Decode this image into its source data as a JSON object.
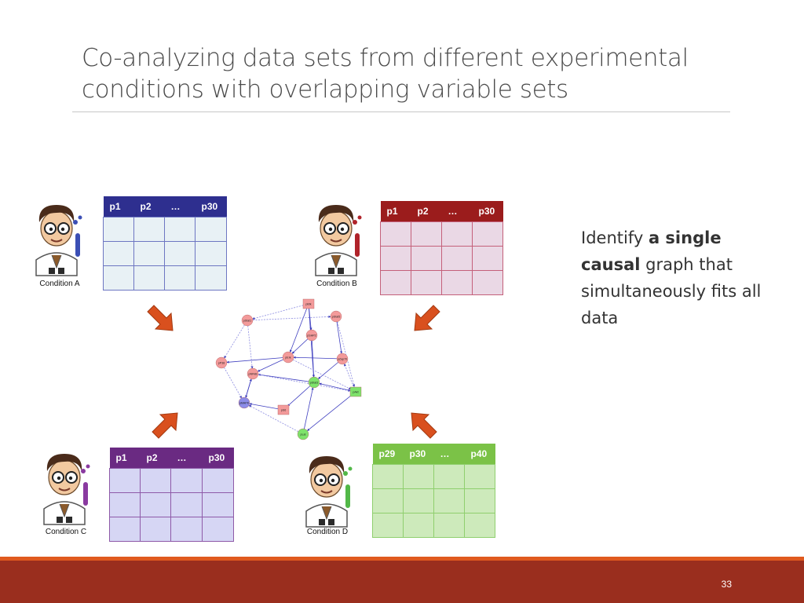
{
  "slide": {
    "title_lines": [
      "Co-analyzing data sets from different experimental",
      "conditions with overlapping variable sets"
    ],
    "side_text": {
      "part1": "Identify ",
      "bold": "a single causal",
      "part2": " graph that simultaneously fits all data"
    },
    "page_number": "33"
  },
  "conditions": [
    {
      "label": "Condition A",
      "headers": [
        "p1",
        "p2",
        "…",
        "p30"
      ],
      "header_color": "#2e2f8f",
      "cell_color": "#e8f1f5",
      "border_color": "#6d76c2",
      "flask_color": "#3b4fb5"
    },
    {
      "label": "Condition B",
      "headers": [
        "p1",
        "p2",
        "…",
        "p30"
      ],
      "header_color": "#9b1c1c",
      "cell_color": "#ead8e5",
      "border_color": "#c4607a",
      "flask_color": "#b0232a"
    },
    {
      "label": "Condition C",
      "headers": [
        "p1",
        "p2",
        "…",
        "p30"
      ],
      "header_color": "#6a2a82",
      "cell_color": "#d6d6f4",
      "border_color": "#8e5aa8",
      "flask_color": "#8a3aa0"
    },
    {
      "label": "Condition D",
      "headers": [
        "p29",
        "p30",
        "…",
        "p40"
      ],
      "header_color": "#7bc247",
      "cell_color": "#cdeabb",
      "border_color": "#8fcf6e",
      "flask_color": "#52b848"
    }
  ],
  "network_nodes": [
    {
      "id": "pStat1",
      "color": "#f39a9a"
    },
    {
      "id": "pBtk",
      "color": "#f39a9a"
    },
    {
      "id": "pStat5",
      "color": "#f39a9a"
    },
    {
      "id": "pSHP2",
      "color": "#f39a9a"
    },
    {
      "id": "pZap70",
      "color": "#f39a9a"
    },
    {
      "id": "pP38",
      "color": "#f39a9a"
    },
    {
      "id": "pErk",
      "color": "#f39a9a"
    },
    {
      "id": "pNFkB",
      "color": "#f39a9a"
    },
    {
      "id": "pStat3",
      "color": "#7ee36b"
    },
    {
      "id": "pAkt",
      "color": "#7ee36b"
    },
    {
      "id": "pMAPK",
      "color": "#8c8ce8"
    },
    {
      "id": "pS6",
      "color": "#f39a9a"
    },
    {
      "id": "pLat",
      "color": "#7ee36b"
    }
  ],
  "icons": {
    "scientist": "scientist-icon",
    "arrow": "arrow-icon"
  },
  "colors": {
    "accent": "#e05a1f",
    "footer": "#9a2e1e",
    "arrow": "#d9501e"
  }
}
